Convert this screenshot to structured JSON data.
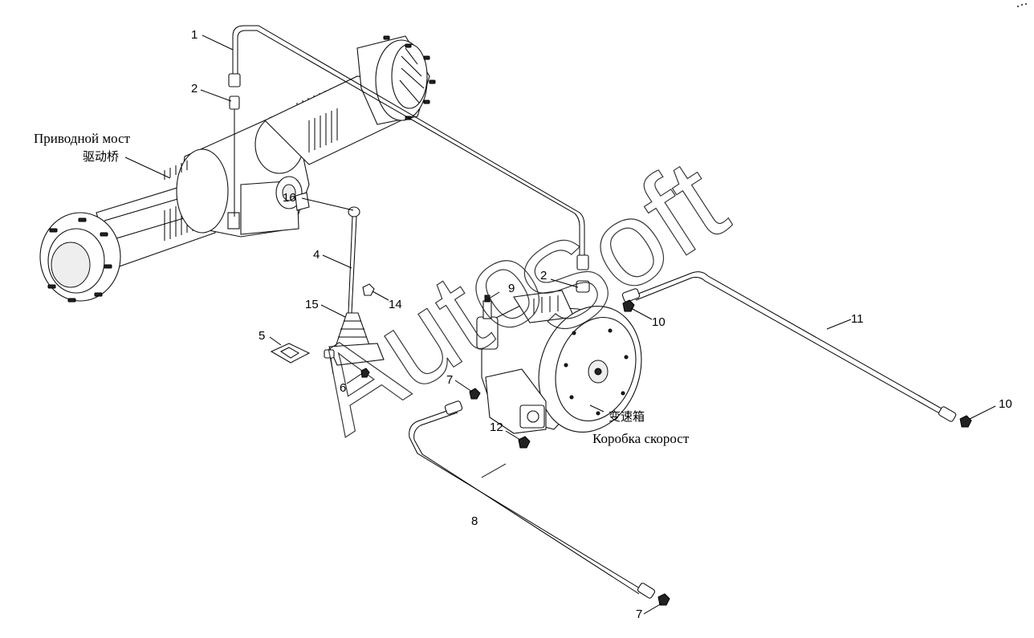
{
  "captions": {
    "axle_ru": "Приводной мост",
    "axle_cn": "驱动桥",
    "gearbox_cn": "变速箱",
    "gearbox_ru": "Коробка скорост"
  },
  "callouts": {
    "c1": "1",
    "c2a": "2",
    "c2b": "2",
    "c4": "4",
    "c5": "5",
    "c6": "6",
    "c7a": "7",
    "c7b": "7",
    "c8": "8",
    "c9": "9",
    "c10a": "10",
    "c10b": "10",
    "c11": "11",
    "c12": "12",
    "c14": "14",
    "c15": "15",
    "c16": "16"
  },
  "watermark": {
    "text_a": "Auto",
    "text_b": "Soft"
  }
}
